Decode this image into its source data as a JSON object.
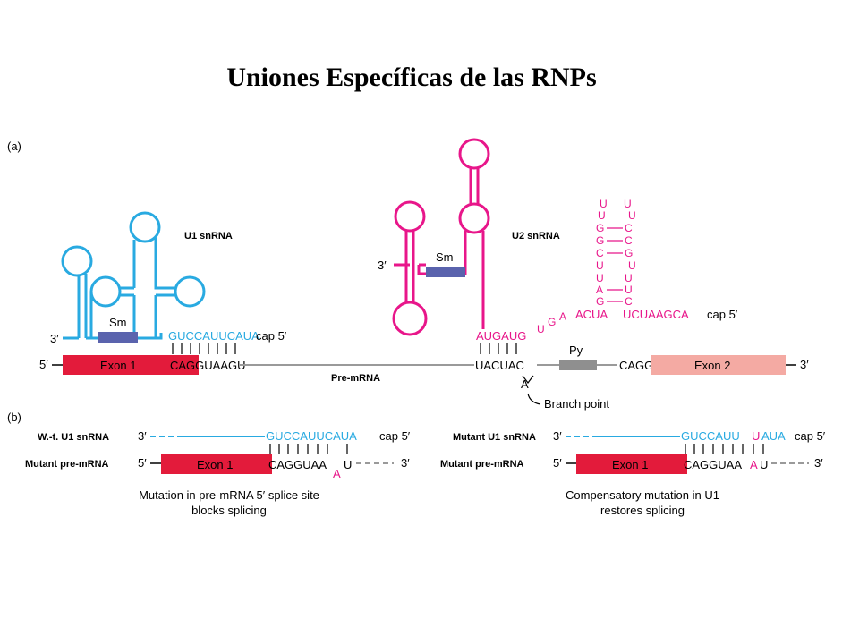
{
  "title": "Uniones Específicas de las RNPs",
  "colors": {
    "u1": "#29aae1",
    "u2": "#e8168a",
    "exon1": "#e31b3b",
    "exon2": "#f4aaa3",
    "sm": "#5a63ad",
    "py": "#8f8f8f",
    "line": "#9a9a9a"
  },
  "panel_a": {
    "label": "(a)",
    "u1_label": "U1 snRNA",
    "u2_label": "U2 snRNA",
    "sm": "Sm",
    "u1_three": "3′",
    "u2_three": "3′",
    "u1_seq": "GUCCAUUCAUA",
    "u1_cap": "cap 5′",
    "pre_five": "5′",
    "exon1": "Exon 1",
    "pre_seq": "CAGGUAAGU",
    "pre_label": "Pre-mRNA",
    "u2_seq1": "AUGAUG",
    "u2_loop": [
      "U",
      "G",
      "A"
    ],
    "u2_seq2": "ACUA",
    "u2_seq3": "UCUAAGCA",
    "u2_cap": "cap 5′",
    "branch_seq": "UACUAC",
    "branch_a": "A",
    "branch_label": "Branch point",
    "py": "Py",
    "cagg": "CAGG",
    "exon2": "Exon 2",
    "pre_three": "3′",
    "hairpin_left": [
      "U",
      "U",
      "G",
      "G",
      "C",
      "U",
      "U",
      "A",
      "G"
    ],
    "hairpin_right": [
      "U",
      "U",
      "C",
      "C",
      "G",
      "U",
      "U",
      "U",
      "C"
    ]
  },
  "panel_b": {
    "label": "(b)",
    "left": {
      "row1_label": "W.-t. U1 snRNA",
      "row1_three": "3′",
      "row1_seq": "GUCCAUUCAUA",
      "row1_cap": "cap 5′",
      "row2_label": "Mutant pre-mRNA",
      "row2_five": "5′",
      "exon": "Exon 1",
      "seq": "CAGGUAA",
      "mut": "A",
      "seq_end": "U",
      "row2_three": "3′",
      "caption1": "Mutation in pre-mRNA 5′ splice site",
      "caption2": "blocks splicing"
    },
    "right": {
      "row1_label": "Mutant U1 snRNA",
      "row1_three": "3′",
      "row1_seq_a": "GUCCAUU",
      "row1_mut": "U",
      "row1_seq_b": "AUA",
      "row1_cap": "cap 5′",
      "row2_label": "Mutant pre-mRNA",
      "row2_five": "5′",
      "exon": "Exon 1",
      "seq": "CAGGUAA",
      "mut": "A",
      "seq_end": "U",
      "row2_three": "3′",
      "caption1": "Compensatory mutation in U1",
      "caption2": "restores splicing"
    }
  }
}
